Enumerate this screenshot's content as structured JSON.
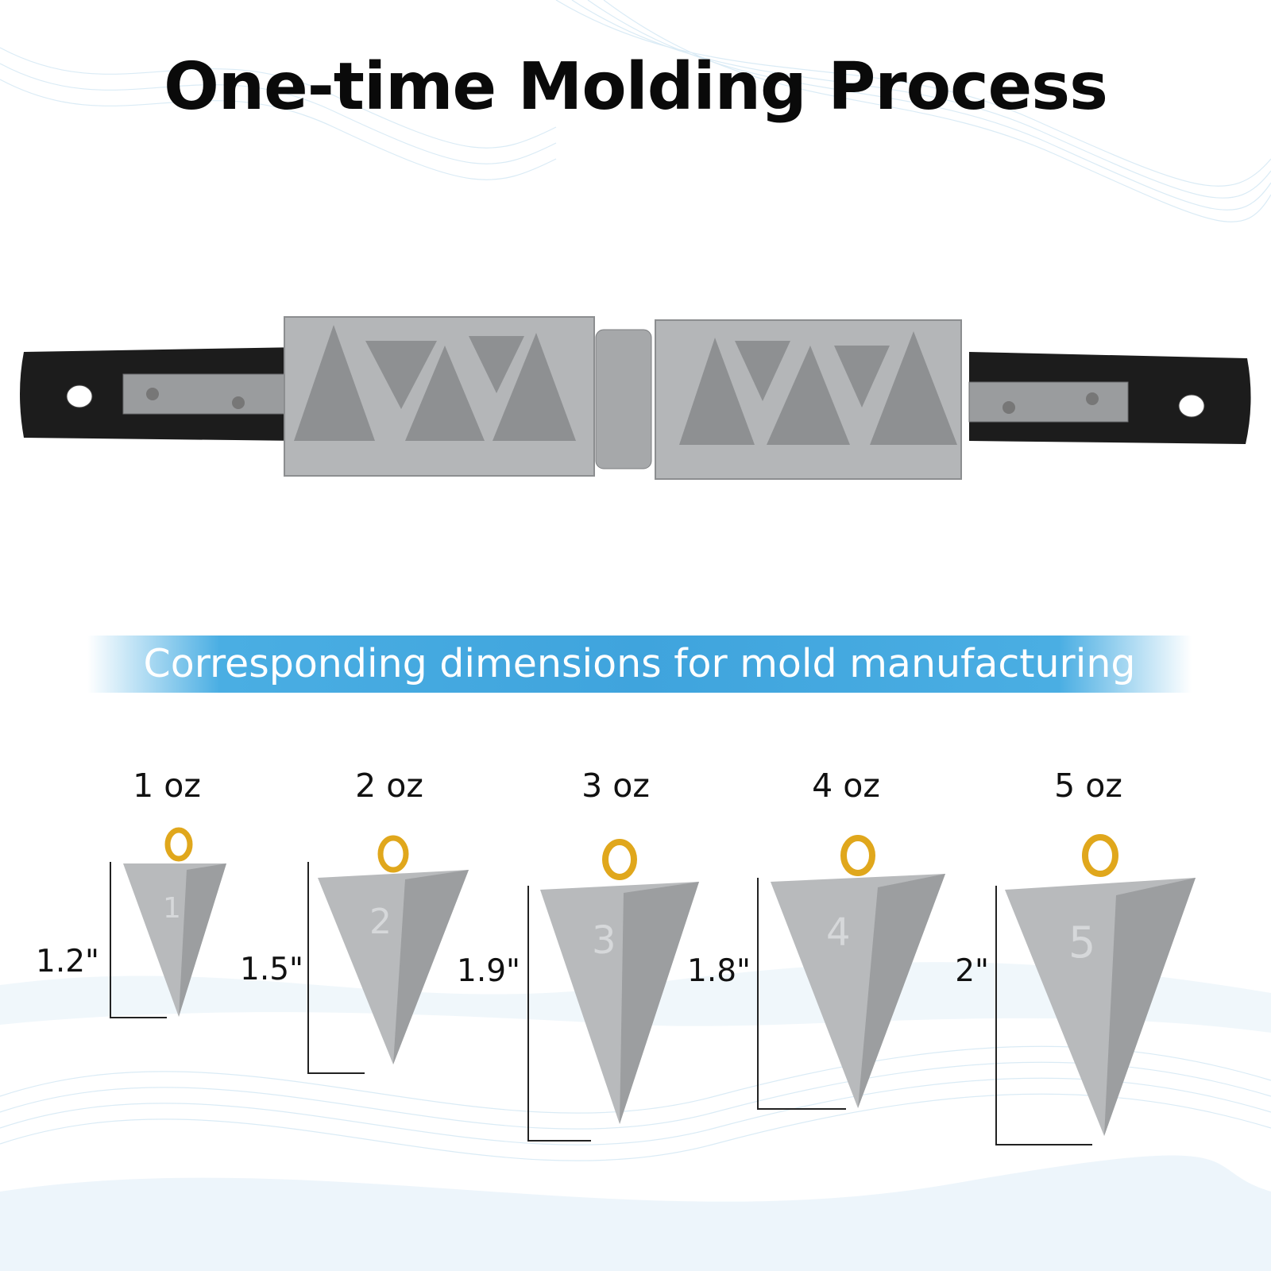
{
  "title": "One-time Molding Process",
  "banner": "Corresponding dimensions for mold manufacturing",
  "sinkers": [
    {
      "weight": "1 oz",
      "height": "1.2\"",
      "number": "1"
    },
    {
      "weight": "2 oz",
      "height": "1.5\"",
      "number": "2"
    },
    {
      "weight": "3 oz",
      "height": "1.9\"",
      "number": "3"
    },
    {
      "weight": "4 oz",
      "height": "1.8\"",
      "number": "4"
    },
    {
      "weight": "5 oz",
      "height": "2\"",
      "number": "5"
    }
  ],
  "colors": {
    "banner": "#3fa4dd",
    "metal": "#a9abad",
    "eyelet": "#e0a71c",
    "handle": "#1a1a1a"
  }
}
